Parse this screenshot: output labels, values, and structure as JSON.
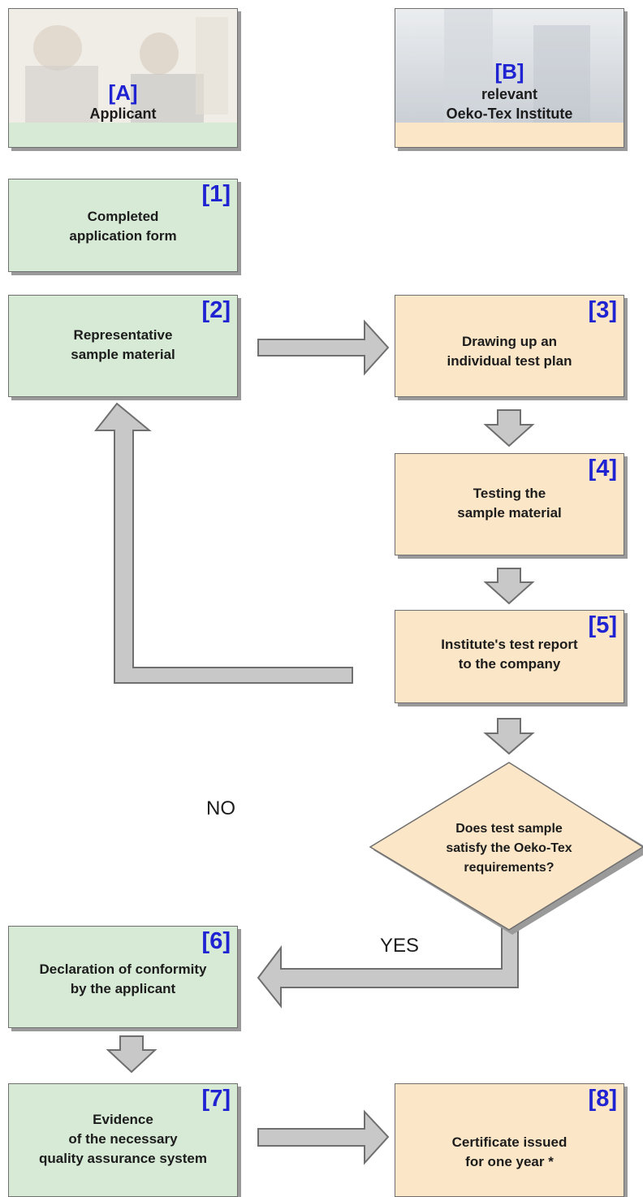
{
  "headers": {
    "a": {
      "letter": "[A]",
      "name": "Applicant"
    },
    "b": {
      "letter": "[B]",
      "line1": "relevant",
      "line2": "Oeko-Tex Institute"
    }
  },
  "steps": [
    {
      "num": "[1]",
      "line1": "Completed",
      "line2": "application form"
    },
    {
      "num": "[2]",
      "line1": "Representative",
      "line2": "sample material"
    },
    {
      "num": "[3]",
      "line1": "Drawing up an",
      "line2": "individual test plan"
    },
    {
      "num": "[4]",
      "line1": "Testing the",
      "line2": "sample material"
    },
    {
      "num": "[5]",
      "line1": "Institute's test report",
      "line2": "to the company"
    },
    {
      "num": "[6]",
      "line1": "Declaration of conformity",
      "line2": "by the applicant"
    },
    {
      "num": "[7]",
      "line1": "Evidence",
      "line2": "of the necessary",
      "line3": "quality assurance system"
    },
    {
      "num": "[8]",
      "line1": "Certificate issued",
      "line2": "for one year *"
    }
  ],
  "decision": {
    "line1": "Does test sample",
    "line2": "satisfy the Oeko-Tex",
    "line3": "requirements?",
    "no_label": "NO",
    "yes_label": "YES"
  },
  "colors": {
    "applicant_fill": "#d7ead6",
    "institute_fill": "#fbe6c7",
    "number_color": "#1f23d1",
    "arrow_fill": "#c8c8c8",
    "arrow_stroke": "#6f6f6f"
  }
}
